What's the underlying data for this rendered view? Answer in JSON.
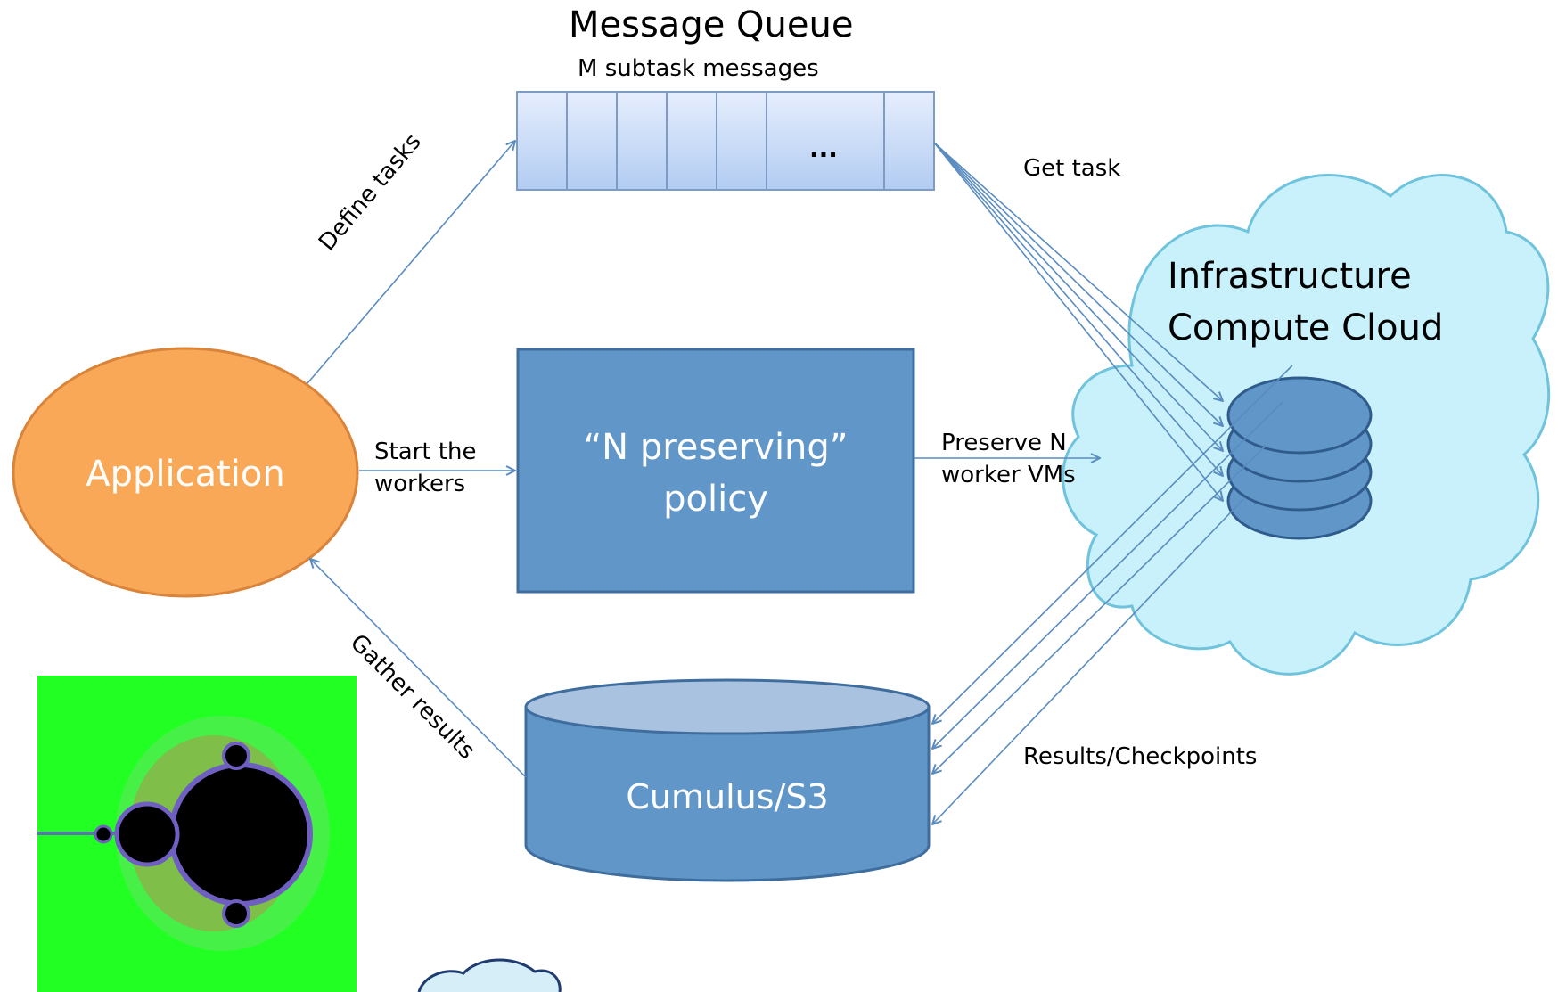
{
  "queue": {
    "title": "Message Queue",
    "subtitle": "M subtask messages",
    "ellipsis": "..."
  },
  "nodes": {
    "application": "Application",
    "policy_line1": "“N preserving”",
    "policy_line2": "policy",
    "storage": "Cumulus/S3",
    "cloud_line1": "Infrastructure",
    "cloud_line2": "Compute Cloud"
  },
  "edges": {
    "define_tasks": "Define tasks",
    "start_workers_line1": "Start the",
    "start_workers_line2": "workers",
    "gather_results": "Gather results",
    "get_task": "Get task",
    "preserve_line1": "Preserve N",
    "preserve_line2": "worker VMs",
    "results_checkpoints": "Results/Checkpoints"
  },
  "colors": {
    "application_fill": "#F9A857",
    "application_stroke": "#D9843A",
    "box_fill": "#6196C9",
    "box_stroke": "#3F6E9E",
    "cloud_fill": "#C8F1FB",
    "cloud_stroke": "#6FC3DC",
    "arrow": "#5A8CC0",
    "fractal_bg": "#22FF22"
  }
}
